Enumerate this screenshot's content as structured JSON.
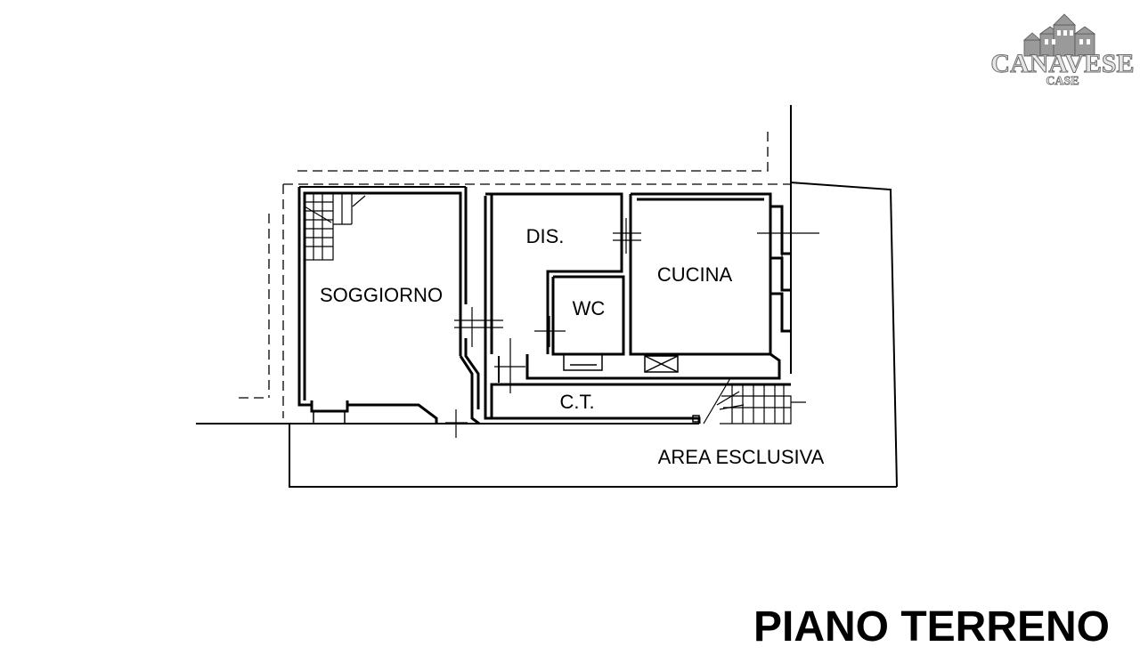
{
  "logo": {
    "brand": "CANAVESE",
    "sub": "CASE"
  },
  "rooms": {
    "soggiorno": "SOGGIORNO",
    "dis": "DIS.",
    "wc": "WC",
    "cucina": "CUCINA",
    "ct": "C.T.",
    "area": "AREA ESCLUSIVA"
  },
  "plan_title": "PIANO TERRENO",
  "colors": {
    "line": "#000000",
    "background": "#ffffff",
    "logo_gray": "#8a8a8a"
  }
}
